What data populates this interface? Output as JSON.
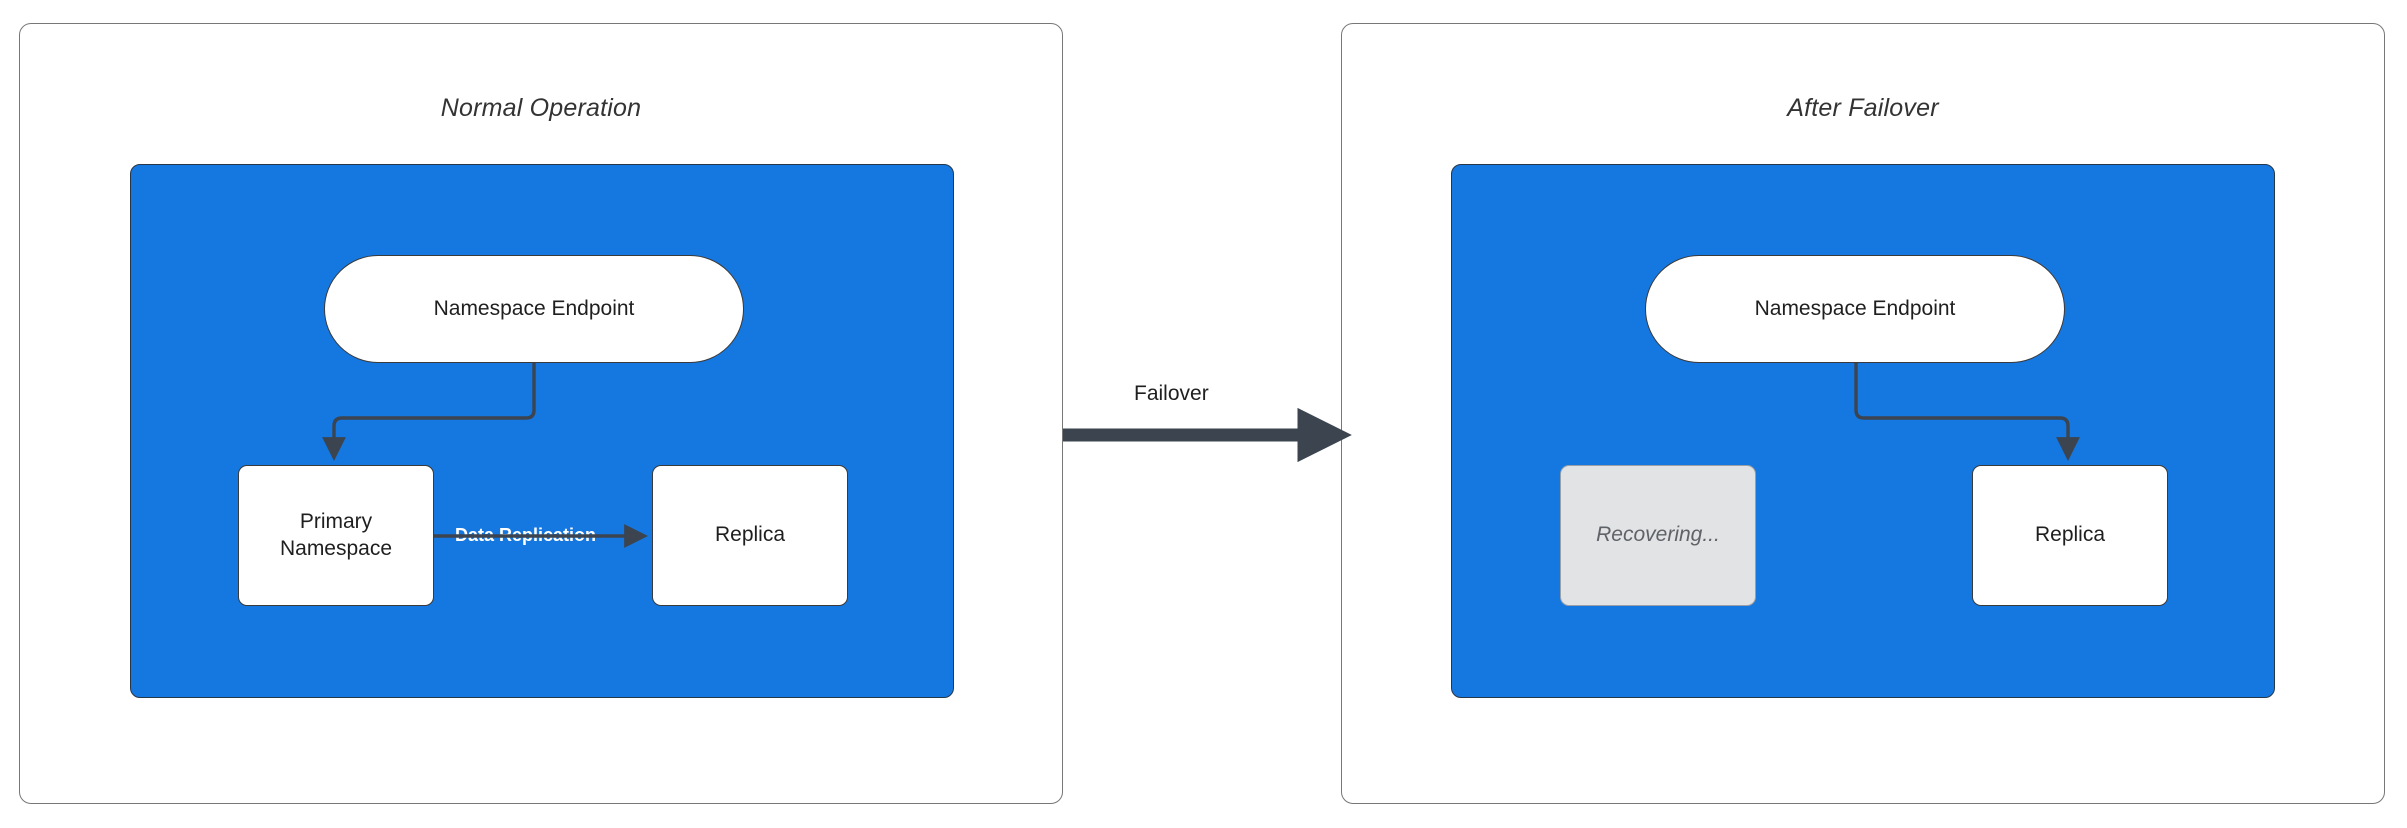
{
  "diagram": {
    "title_left": "Normal Operation",
    "title_right": "After Failover",
    "accent_blue": "#1577e0",
    "node_border": "#3a3a3a",
    "edge_color": "#3b444f",
    "muted_fill": "#e2e3e5",
    "muted_text": "#5f6368"
  },
  "panels": [
    {
      "id": "normal-operation",
      "title": "Normal Operation",
      "nodes": [
        {
          "id": "namespace-endpoint-left",
          "label": "Namespace Endpoint",
          "shape": "stadium",
          "state": "active"
        },
        {
          "id": "primary-namespace",
          "label": "Primary\nNamespace",
          "label_line1": "Primary",
          "label_line2": "Namespace",
          "shape": "rect",
          "state": "active"
        },
        {
          "id": "replica-left",
          "label": "Replica",
          "shape": "rect",
          "state": "active"
        }
      ],
      "edges": [
        {
          "from": "namespace-endpoint-left",
          "to": "primary-namespace",
          "label": "",
          "style": "elbow-arrow"
        },
        {
          "from": "primary-namespace",
          "to": "replica-left",
          "label": "Data Replication",
          "style": "straight-arrow"
        }
      ]
    },
    {
      "id": "after-failover",
      "title": "After Failover",
      "nodes": [
        {
          "id": "namespace-endpoint-right",
          "label": "Namespace Endpoint",
          "shape": "stadium",
          "state": "active"
        },
        {
          "id": "recovering-namespace",
          "label": "Recovering...",
          "shape": "rect",
          "state": "recovering"
        },
        {
          "id": "replica-right",
          "label": "Replica",
          "shape": "rect",
          "state": "active"
        }
      ],
      "edges": [
        {
          "from": "namespace-endpoint-right",
          "to": "replica-right",
          "label": "",
          "style": "elbow-arrow"
        }
      ]
    }
  ],
  "transition": {
    "label": "Failover",
    "direction": "left-to-right",
    "style": "thick-arrow"
  }
}
